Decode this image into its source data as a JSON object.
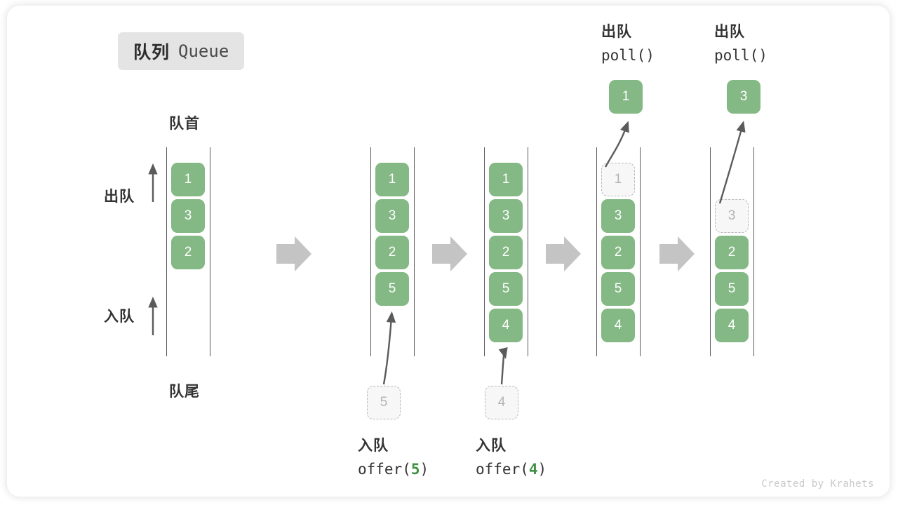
{
  "title": {
    "cn": "队列",
    "en": "Queue"
  },
  "labels": {
    "head": "队首",
    "tail": "队尾",
    "dequeue": "出队",
    "enqueue": "入队"
  },
  "credit": "Created by Krahets",
  "colors": {
    "cell_fill": "#84b884",
    "cell_text": "#ffffff",
    "ghost_fill": "#f7f7f7",
    "ghost_border": "#b9b9b9",
    "ghost_text": "#b3b3b3",
    "rail": "#5b5b5b",
    "flow_arrow": "#c4c4c4",
    "badge_bg": "#e4e4e4",
    "accent_green": "#3f9142",
    "credit_text": "#c9c9c9"
  },
  "columns": [
    {
      "id": "state-initial",
      "cells": [
        "1",
        "3",
        "2"
      ],
      "ghost_index": null
    },
    {
      "id": "state-after-offer-5",
      "cells": [
        "1",
        "3",
        "2",
        "5"
      ],
      "ghost_index": null
    },
    {
      "id": "state-after-offer-4",
      "cells": [
        "1",
        "3",
        "2",
        "5",
        "4"
      ],
      "ghost_index": null
    },
    {
      "id": "state-poll-1",
      "cells": [
        "1",
        "3",
        "2",
        "5",
        "4"
      ],
      "ghost_index": 0
    },
    {
      "id": "state-poll-3",
      "cells": [
        "3",
        "2",
        "5",
        "4"
      ],
      "ghost_index": 0
    }
  ],
  "operations": [
    {
      "id": "offer-5",
      "cn": "入队",
      "code_prefix": "offer(",
      "code_arg": "5",
      "code_suffix": ")",
      "pending_value": "5"
    },
    {
      "id": "offer-4",
      "cn": "入队",
      "code_prefix": "offer(",
      "code_arg": "4",
      "code_suffix": ")",
      "pending_value": "4"
    },
    {
      "id": "poll-1",
      "cn": "出队",
      "code": "poll()",
      "popped_value": "1"
    },
    {
      "id": "poll-3",
      "cn": "出队",
      "code": "poll()",
      "popped_value": "3"
    }
  ]
}
